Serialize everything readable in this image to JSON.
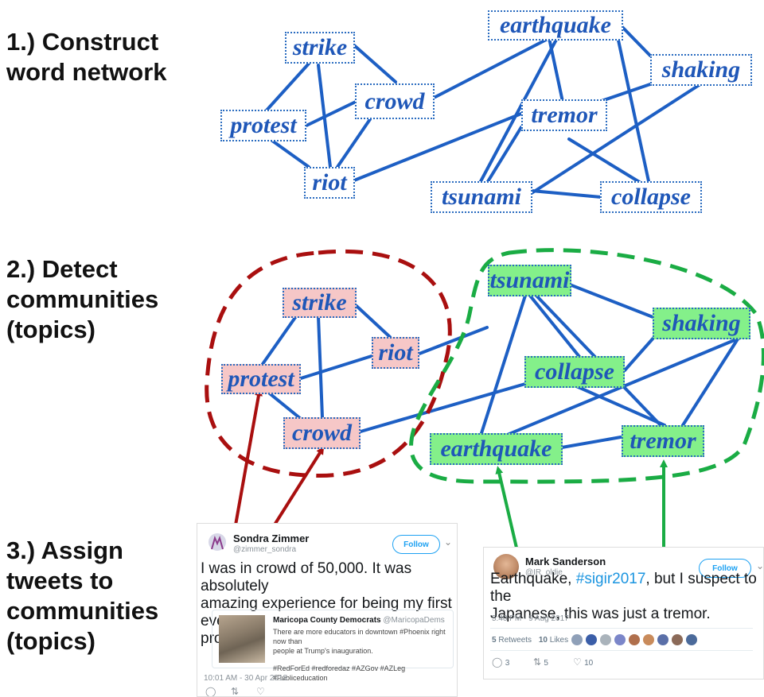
{
  "steps": {
    "s1": [
      "1.) Construct",
      "word network"
    ],
    "s2": [
      "2.) Detect",
      "communities",
      "(topics)"
    ],
    "s3": [
      "3.) Assign",
      "tweets to",
      "communities",
      "(topics)"
    ]
  },
  "network1": {
    "strike": "strike",
    "crowd": "crowd",
    "protest": "protest",
    "riot": "riot",
    "earthquake": "earthquake",
    "shaking": "shaking",
    "tremor": "tremor",
    "tsunami": "tsunami",
    "collapse": "collapse"
  },
  "network2": {
    "strike": "strike",
    "riot": "riot",
    "protest": "protest",
    "crowd": "crowd",
    "tsunami": "tsunami",
    "shaking": "shaking",
    "collapse": "collapse",
    "earthquake": "earthquake",
    "tremor": "tremor"
  },
  "colors": {
    "edge": "#1d5fc4",
    "red_community": "#a90f0f",
    "green_community": "#1aac44",
    "red_node_fill": "#f6c7c7",
    "green_node_fill": "#84f08a"
  },
  "tweet1": {
    "name": "Sondra Zimmer",
    "handle": "@zimmer_sondra",
    "follow": "Follow",
    "line1": "I was in crowd of 50,000. It was absolutely",
    "line2": "amazing experience for being my first ever",
    "line3": "protest.",
    "card_title": "Maricopa County Democrats",
    "card_handle": "@MaricopaDems",
    "card_line1": "There are more educators in downtown #Phoenix right now than",
    "card_line2": "people at Trump's inauguration.",
    "card_tags": "#RedForEd #redforedaz #AZGov #AZLeg #Publiceducation",
    "timestamp": "10:01 AM - 30 Apr 2018"
  },
  "tweet2": {
    "name": "Mark Sanderson",
    "handle": "@IR_oldie",
    "follow": "Follow",
    "line1_a": "Earthquake, ",
    "line1_tag": "#sigir2017",
    "line1_b": ", but I suspect to the",
    "line2": "Japanese, this was just a tremor.",
    "timestamp": "5:40 PM - 9 Aug 2017",
    "retweets_count": "5",
    "retweets_label": "Retweets",
    "likes_count": "10",
    "likes_label": "Likes",
    "reply_count": "3",
    "rt_count": "5",
    "like_count": "10"
  }
}
